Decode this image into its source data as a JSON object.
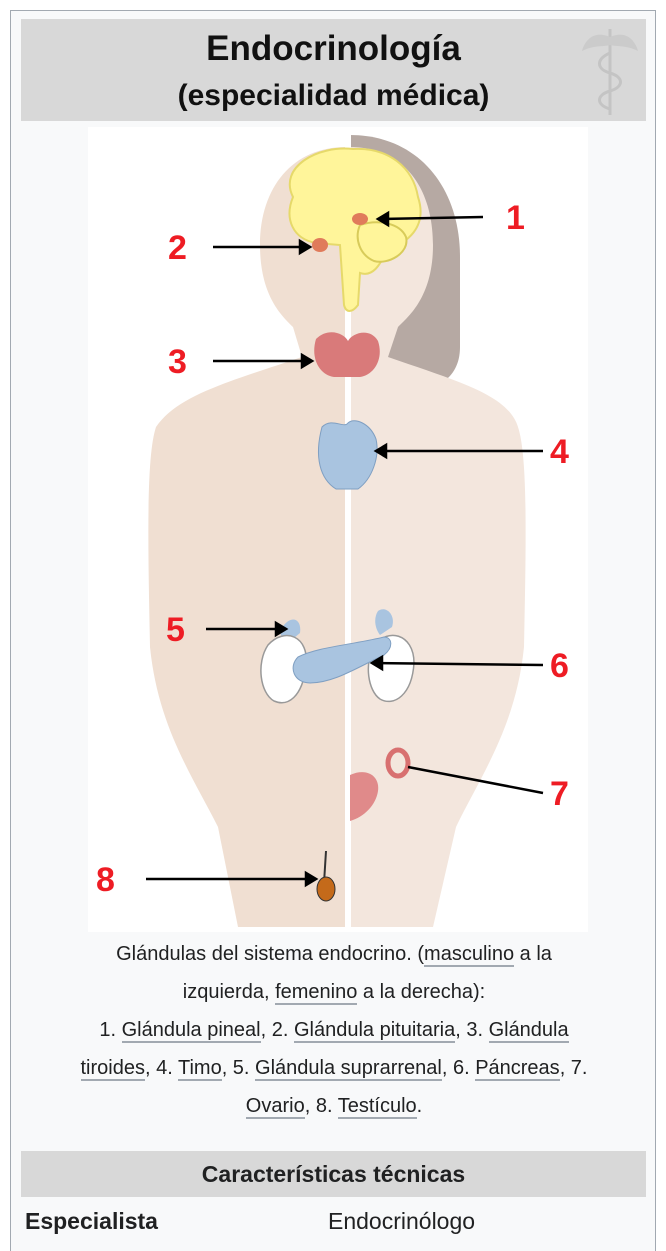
{
  "infobox": {
    "title": "Endocrinología",
    "subtitle": "(especialidad médica)"
  },
  "figure": {
    "markers": [
      "1",
      "2",
      "3",
      "4",
      "5",
      "6",
      "7",
      "8"
    ]
  },
  "caption": {
    "line1_a": "Glándulas del sistema endocrino. (",
    "link_masculino": "masculino",
    "line1_b": " a la",
    "line2_a": "izquierda, ",
    "link_femenino": "femenino",
    "line2_b": " a la derecha):",
    "n1": "1. ",
    "link_pineal": "Glándula pineal",
    "n2": ", 2. ",
    "link_pituitaria": "Glándula pituitaria",
    "n3": ", 3. ",
    "link_tiroides_a": "Glándula",
    "link_tiroides_b": "tiroides",
    "n4": ", 4. ",
    "link_timo": "Timo",
    "n5": ", 5. ",
    "link_suprarrenal": "Glándula suprarrenal",
    "n6": ", 6. ",
    "link_pancreas": "Páncreas",
    "n7": ", 7.",
    "link_ovario": "Ovario",
    "n8": ", 8. ",
    "link_testiculo": "Testículo",
    "end": "."
  },
  "section": {
    "header": "Características técnicas",
    "rows": [
      {
        "label": "Especialista",
        "value": "Endocrinólogo"
      }
    ]
  },
  "colors": {
    "header_bg": "#d8d8d8",
    "brain": "#fff59a",
    "thyroid": "#d97a7a",
    "thymus": "#a9c4e0",
    "marker_red": "#ee1c24"
  }
}
